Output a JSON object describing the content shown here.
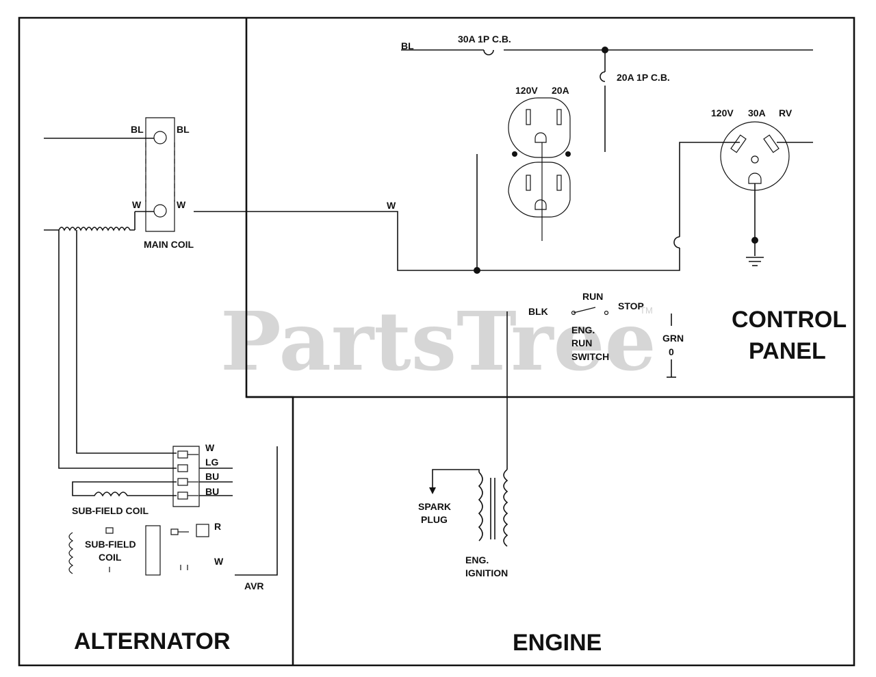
{
  "watermark": {
    "text": "PartsTree",
    "tm": "TM"
  },
  "sections": {
    "alternator": "ALTERNATOR",
    "engine": "ENGINE",
    "control_panel_1": "CONTROL",
    "control_panel_2": "PANEL"
  },
  "alternator": {
    "terminal_bl_left": "BL",
    "terminal_bl_right": "BL",
    "terminal_w_left": "W",
    "terminal_w_right": "W",
    "main_coil": "MAIN COIL",
    "avr_w": "W",
    "avr_lg": "LG",
    "avr_bu1": "BU",
    "avr_bu2": "BU",
    "sub_field_coil": "SUB-FIELD COIL",
    "sub_field_coil_inner_1": "SUB-FIELD",
    "sub_field_coil_inner_2": "COIL",
    "avr_r": "R",
    "avr_w2": "W",
    "avr": "AVR"
  },
  "control_panel": {
    "bl": "BL",
    "cb_30a": "30A 1P C.B.",
    "cb_20a": "20A 1P C.B.",
    "outlet_120v": "120V",
    "outlet_20a": "20A",
    "rv_120v": "120V",
    "rv_30a": "30A",
    "rv": "RV",
    "w": "W",
    "run": "RUN",
    "stop": "STOP",
    "blk": "BLK",
    "switch_1": "ENG.",
    "switch_2": "RUN",
    "switch_3": "SWITCH",
    "grn": "GRN",
    "zero": "0"
  },
  "engine": {
    "spark_1": "SPARK",
    "spark_2": "PLUG",
    "ign_1": "ENG.",
    "ign_2": "IGNITION"
  }
}
